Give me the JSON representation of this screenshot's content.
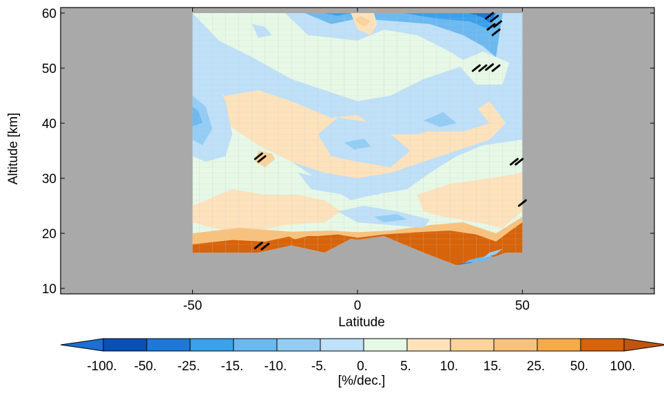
{
  "chart_data": {
    "type": "heatmap",
    "title": "",
    "xlabel": "Latitude",
    "ylabel": "Altitude [km]",
    "xlim": [
      -90,
      90
    ],
    "ylim": [
      9,
      61
    ],
    "x_ticks": [
      {
        "value": -50,
        "label": "-50"
      },
      {
        "value": 0,
        "label": "0"
      },
      {
        "value": 50,
        "label": "50"
      }
    ],
    "y_ticks": [
      {
        "value": 10,
        "label": "10"
      },
      {
        "value": 20,
        "label": "20"
      },
      {
        "value": 30,
        "label": "30"
      },
      {
        "value": 40,
        "label": "40"
      },
      {
        "value": 50,
        "label": "50"
      },
      {
        "value": 60,
        "label": "60"
      }
    ],
    "colorbar": {
      "unit_label": "[%/dec.]",
      "tick_labels": [
        "-100.",
        "-50.",
        "-25.",
        "-15.",
        "-10.",
        "-5.",
        "0.",
        "5.",
        "10.",
        "15.",
        "25.",
        "50.",
        "100."
      ],
      "colors": [
        "#0a4fb5",
        "#1e78d8",
        "#3aa1ec",
        "#6bb9f0",
        "#93cdf5",
        "#bee0f8",
        "#e6f8e6",
        "#fde2bc",
        "#fbd39b",
        "#f9c27c",
        "#f7ab48",
        "#d7630a"
      ],
      "under_color": "#1d6fd0",
      "over_color": "#c1550f"
    },
    "missing_color": "#a9a9a9",
    "data_extent": {
      "lat_min": -50,
      "lat_max": 50,
      "alt_max": 60
    },
    "lower_boundary": [
      {
        "lat": -50,
        "alt": 16.5
      },
      {
        "lat": -30,
        "alt": 16.5
      },
      {
        "lat": -20,
        "alt": 17.8
      },
      {
        "lat": -10,
        "alt": 16.5
      },
      {
        "lat": -2,
        "alt": 19.0
      },
      {
        "lat": 0,
        "alt": 18.8
      },
      {
        "lat": 8,
        "alt": 19.5
      },
      {
        "lat": 20,
        "alt": 16.5
      },
      {
        "lat": 30,
        "alt": 14.2
      },
      {
        "lat": 38,
        "alt": 15.0
      },
      {
        "lat": 45,
        "alt": 16.5
      },
      {
        "lat": 50,
        "alt": 16.5
      }
    ],
    "contour_regions": [
      {
        "level": 5,
        "points": [
          [
            -50,
            60
          ],
          [
            -50,
            46
          ],
          [
            -38,
            42
          ],
          [
            -30,
            36
          ],
          [
            -20,
            33
          ],
          [
            -10,
            29
          ],
          [
            -2,
            26
          ],
          [
            5,
            27
          ],
          [
            15,
            28
          ],
          [
            22,
            31
          ],
          [
            30,
            34
          ],
          [
            38,
            36
          ],
          [
            50,
            37
          ],
          [
            50,
            60
          ],
          [
            44,
            60
          ],
          [
            38,
            52
          ],
          [
            30,
            50
          ],
          [
            20,
            48
          ],
          [
            10,
            45
          ],
          [
            0,
            44
          ],
          [
            -10,
            46
          ],
          [
            -20,
            48
          ],
          [
            -32,
            52
          ],
          [
            -42,
            55
          ]
        ]
      },
      {
        "level": 7,
        "points": [
          [
            -50,
            47
          ],
          [
            -40,
            45
          ],
          [
            -30,
            46
          ],
          [
            -20,
            44
          ],
          [
            -8,
            41
          ],
          [
            0,
            41.5
          ],
          [
            8,
            38
          ],
          [
            18,
            38
          ],
          [
            30,
            40
          ],
          [
            40,
            44
          ],
          [
            45,
            40
          ],
          [
            40,
            37
          ],
          [
            30,
            35
          ],
          [
            20,
            33
          ],
          [
            10,
            31
          ],
          [
            0,
            30
          ],
          [
            -10,
            31
          ],
          [
            -20,
            33
          ],
          [
            -30,
            36
          ],
          [
            -40,
            40
          ],
          [
            -50,
            42
          ]
        ]
      },
      {
        "level": 8,
        "points": [
          [
            -30,
            35
          ],
          [
            -26,
            34.5
          ],
          [
            -25,
            33.5
          ],
          [
            -28,
            32
          ],
          [
            -31,
            33
          ]
        ]
      },
      {
        "level": 7,
        "points": [
          [
            -50,
            25
          ],
          [
            -38,
            28
          ],
          [
            -28,
            27
          ],
          [
            -18,
            27
          ],
          [
            -10,
            26
          ],
          [
            -5,
            24
          ],
          [
            -10,
            22
          ],
          [
            -22,
            21.5
          ],
          [
            -34,
            20
          ],
          [
            -44,
            21
          ],
          [
            -50,
            22
          ]
        ]
      },
      {
        "level": 7,
        "points": [
          [
            18,
            27
          ],
          [
            28,
            29
          ],
          [
            40,
            30
          ],
          [
            50,
            31
          ],
          [
            50,
            24
          ],
          [
            44,
            21
          ],
          [
            36,
            22
          ],
          [
            26,
            23
          ],
          [
            20,
            24
          ]
        ]
      },
      {
        "level": 9,
        "points": [
          [
            -50,
            20
          ],
          [
            -36,
            21
          ],
          [
            -20,
            20.3
          ],
          [
            -8,
            20.5
          ],
          [
            0,
            20.2
          ],
          [
            10,
            20.5
          ],
          [
            22,
            21.5
          ],
          [
            32,
            22
          ],
          [
            42,
            20
          ],
          [
            50,
            23
          ],
          [
            50,
            16.5
          ],
          [
            -50,
            16.5
          ]
        ]
      },
      {
        "level": 11,
        "points": [
          [
            -50,
            18
          ],
          [
            -38,
            18.8
          ],
          [
            -28,
            18.5
          ],
          [
            -20,
            19.5
          ],
          [
            -12,
            19.5
          ],
          [
            -6,
            19.8
          ],
          [
            0,
            19.2
          ],
          [
            8,
            19.8
          ],
          [
            18,
            20.2
          ],
          [
            28,
            20.5
          ],
          [
            36,
            19.8
          ],
          [
            42,
            18.5
          ],
          [
            46,
            20.3
          ],
          [
            50,
            22
          ],
          [
            50,
            16.5
          ],
          [
            45,
            16.5
          ],
          [
            38,
            15
          ],
          [
            30,
            14.2
          ],
          [
            20,
            16.5
          ],
          [
            8,
            19.5
          ],
          [
            0,
            18.8
          ],
          [
            -2,
            19
          ],
          [
            -10,
            16.5
          ],
          [
            -20,
            17.8
          ],
          [
            -30,
            16.5
          ],
          [
            -50,
            16.5
          ]
        ]
      },
      {
        "level": 5,
        "points": [
          [
            -50,
            52
          ],
          [
            -44,
            49
          ],
          [
            -40,
            44
          ],
          [
            -38,
            38
          ],
          [
            -40,
            34
          ],
          [
            -46,
            33
          ],
          [
            -50,
            34
          ]
        ]
      },
      {
        "level": 4,
        "points": [
          [
            -50,
            45
          ],
          [
            -46,
            43
          ],
          [
            -44,
            39
          ],
          [
            -47,
            36
          ],
          [
            -50,
            37
          ]
        ]
      },
      {
        "level": 3,
        "points": [
          [
            -50,
            43
          ],
          [
            -48,
            42
          ],
          [
            -47,
            40
          ],
          [
            -50,
            39.5
          ]
        ]
      },
      {
        "level": 5,
        "points": [
          [
            -22,
            60
          ],
          [
            -15,
            56
          ],
          [
            0,
            55
          ],
          [
            8,
            57
          ],
          [
            18,
            56
          ],
          [
            28,
            53
          ],
          [
            36,
            50
          ],
          [
            42,
            48
          ],
          [
            46,
            50
          ],
          [
            48,
            60
          ]
        ]
      },
      {
        "level": 3,
        "points": [
          [
            -16,
            60
          ],
          [
            -8,
            58
          ],
          [
            0,
            59
          ],
          [
            12,
            58.5
          ],
          [
            22,
            58
          ],
          [
            32,
            56
          ],
          [
            38,
            54
          ],
          [
            42,
            52
          ],
          [
            44,
            60
          ]
        ]
      },
      {
        "level": 2,
        "points": [
          [
            -10,
            60
          ],
          [
            -6,
            59.5
          ],
          [
            -2,
            60
          ]
        ]
      },
      {
        "level": 2,
        "points": [
          [
            14,
            60
          ],
          [
            24,
            59
          ],
          [
            34,
            58.5
          ],
          [
            40,
            57
          ],
          [
            42,
            60
          ]
        ]
      },
      {
        "level": 1,
        "points": [
          [
            34,
            60
          ],
          [
            38,
            59.2
          ],
          [
            40,
            58.2
          ],
          [
            42,
            60
          ]
        ]
      },
      {
        "level": 7,
        "points": [
          [
            -2,
            60
          ],
          [
            0,
            57
          ],
          [
            4,
            56
          ],
          [
            6,
            58
          ],
          [
            5,
            60
          ]
        ]
      },
      {
        "level": 8,
        "points": [
          [
            -1,
            58.8
          ],
          [
            2,
            57.5
          ],
          [
            4,
            58.5
          ],
          [
            1,
            59.5
          ]
        ]
      },
      {
        "level": 5,
        "points": [
          [
            -12,
            38
          ],
          [
            -6,
            41
          ],
          [
            6,
            40
          ],
          [
            16,
            35
          ],
          [
            10,
            32
          ],
          [
            0,
            33
          ],
          [
            -8,
            34
          ]
        ]
      },
      {
        "level": 4,
        "points": [
          [
            -4,
            36.5
          ],
          [
            2,
            37.2
          ],
          [
            4,
            35.8
          ],
          [
            -1,
            35.2
          ]
        ]
      },
      {
        "level": 5,
        "points": [
          [
            12,
            41
          ],
          [
            24,
            43
          ],
          [
            36,
            43
          ],
          [
            40,
            40
          ],
          [
            32,
            38.5
          ],
          [
            22,
            38.5
          ]
        ]
      },
      {
        "level": 4,
        "points": [
          [
            20,
            40.5
          ],
          [
            26,
            42
          ],
          [
            30,
            40
          ],
          [
            25,
            39.3
          ]
        ]
      },
      {
        "level": 5,
        "points": [
          [
            -18,
            31
          ],
          [
            -10,
            30
          ],
          [
            2,
            29
          ],
          [
            10,
            28.5
          ],
          [
            6,
            27
          ],
          [
            -4,
            27
          ],
          [
            -14,
            28
          ]
        ]
      },
      {
        "level": 5,
        "points": [
          [
            -6,
            24
          ],
          [
            2,
            25
          ],
          [
            12,
            24
          ],
          [
            22,
            22.5
          ],
          [
            20,
            21
          ],
          [
            10,
            21.5
          ],
          [
            0,
            22
          ]
        ]
      },
      {
        "level": 4,
        "points": [
          [
            5,
            23
          ],
          [
            12,
            23.5
          ],
          [
            15,
            22.5
          ],
          [
            8,
            22
          ]
        ]
      },
      {
        "level": 5,
        "points": [
          [
            -32,
            58
          ],
          [
            -28,
            57.5
          ],
          [
            -26,
            56
          ],
          [
            -30,
            55.5
          ]
        ]
      },
      {
        "level": 6,
        "points": [
          [
            30,
            51
          ],
          [
            38,
            53
          ],
          [
            46,
            51
          ],
          [
            44,
            47
          ],
          [
            36,
            47
          ]
        ]
      },
      {
        "level": 9,
        "points": [
          [
            -22,
            19.8
          ],
          [
            -18,
            20.3
          ],
          [
            -15,
            19.5
          ],
          [
            -19,
            18.9
          ]
        ]
      },
      {
        "level": 3,
        "points": [
          [
            30,
            13.8
          ],
          [
            36,
            14.5
          ],
          [
            42,
            15.5
          ],
          [
            40,
            16
          ],
          [
            34,
            15.2
          ]
        ]
      },
      {
        "level": 1,
        "points": [
          [
            30,
            13.7
          ],
          [
            33,
            14.1
          ],
          [
            35,
            14.8
          ],
          [
            31,
            14.5
          ]
        ]
      },
      {
        "level": 4,
        "points": [
          [
            38,
            15.5
          ],
          [
            42,
            16.2
          ],
          [
            44,
            17.2
          ],
          [
            40,
            16.5
          ]
        ]
      }
    ],
    "significance_marks": [
      {
        "lat": 40,
        "alt": 59.5,
        "slope": 1
      },
      {
        "lat": 41.5,
        "alt": 59.0,
        "slope": 1
      },
      {
        "lat": 42.5,
        "alt": 58.0,
        "slope": 1
      },
      {
        "lat": 40.5,
        "alt": 57.5,
        "slope": 1
      },
      {
        "lat": 42,
        "alt": 56.5,
        "slope": 1
      },
      {
        "lat": 36,
        "alt": 50.0,
        "slope": 1
      },
      {
        "lat": 38,
        "alt": 50.0,
        "slope": 1
      },
      {
        "lat": 40,
        "alt": 50.2,
        "slope": 1
      },
      {
        "lat": 42,
        "alt": 50.0,
        "slope": 1
      },
      {
        "lat": -30,
        "alt": 34.0,
        "slope": 1
      },
      {
        "lat": -29,
        "alt": 33.5,
        "slope": 1
      },
      {
        "lat": 47.5,
        "alt": 33.0,
        "slope": 1
      },
      {
        "lat": 49,
        "alt": 33.0,
        "slope": 1
      },
      {
        "lat": 50,
        "alt": 25.5,
        "slope": 1
      },
      {
        "lat": -28,
        "alt": 17.6,
        "slope": 1
      },
      {
        "lat": -30,
        "alt": 17.8,
        "slope": 1
      }
    ]
  }
}
